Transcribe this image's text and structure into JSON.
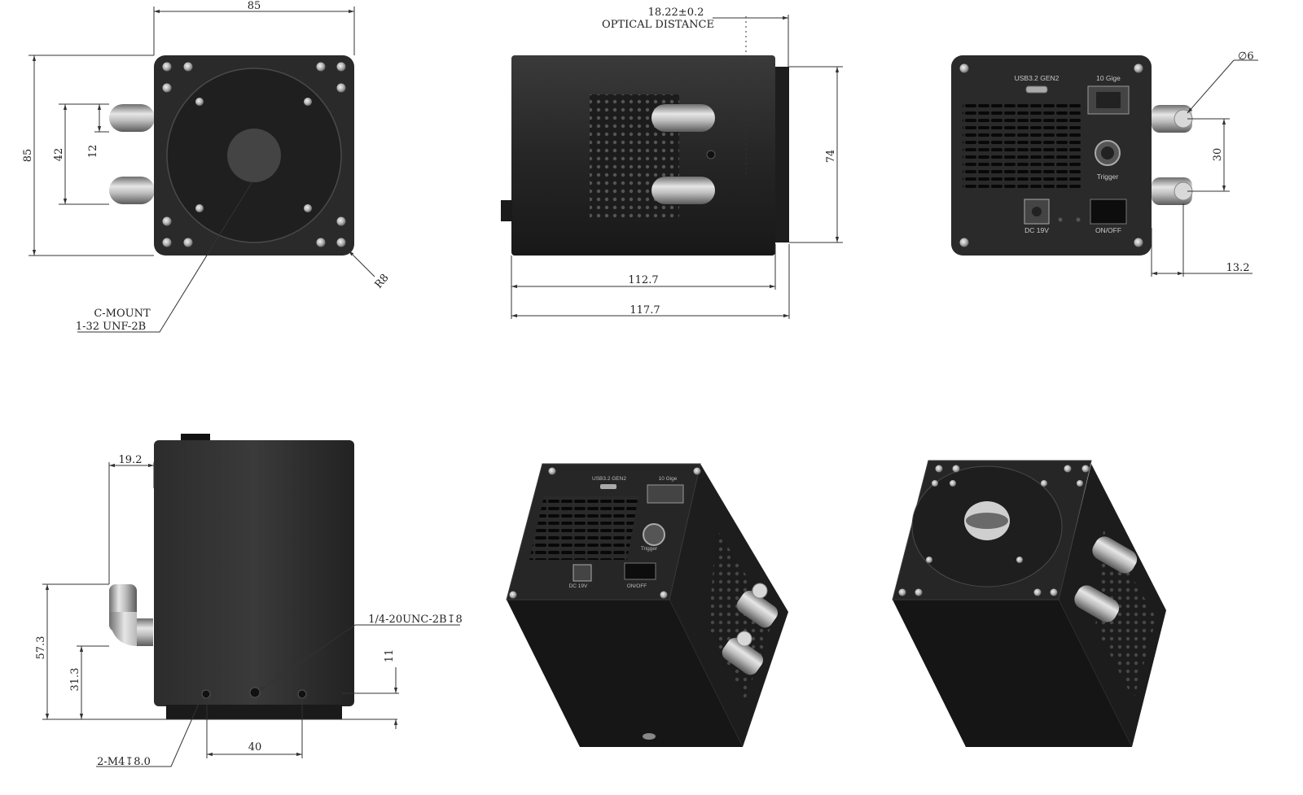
{
  "front_view": {
    "width_dim": "85",
    "height_dim": "85",
    "pipe_spacing_dim": "42",
    "pipe_diameter_dim": "12",
    "corner_radius_dim": "R8",
    "mount_label_line1": "C-MOUNT",
    "mount_label_line2": "1-32 UNF-2B"
  },
  "side_view": {
    "optical_distance_value": "18.22±0.2",
    "optical_distance_label": "OPTICAL DISTANCE",
    "body_height_dim": "74",
    "body_length_dim": "112.7",
    "total_length_dim": "117.7"
  },
  "rear_view": {
    "usb_label": "USB3.2 GEN2",
    "gige_label": "10 Gige",
    "trigger_label": "Trigger",
    "dc_label": "DC 19V",
    "power_label": "ON/OFF",
    "fitting_diameter_dim": "∅6",
    "fitting_spacing_dim": "30",
    "fitting_offset_dim": "13.2"
  },
  "bottom_view": {
    "fitting_offset_dim": "19.2",
    "fitting_height_dim": "57.3",
    "fitting_lower_dim": "31.3",
    "tripod_thread_label": "1/4-20UNC-2B↧8",
    "tripod_depth_dim": "11",
    "hole_spacing_dim": "40",
    "screw_holes_label": "2-M4↧8.0"
  },
  "iso_rear": {
    "usb_label": "USB3.2 GEN2",
    "gige_label": "10 Gige",
    "trigger_label": "Trigger",
    "dc_label": "DC 19V",
    "power_label": "ON/OFF"
  }
}
